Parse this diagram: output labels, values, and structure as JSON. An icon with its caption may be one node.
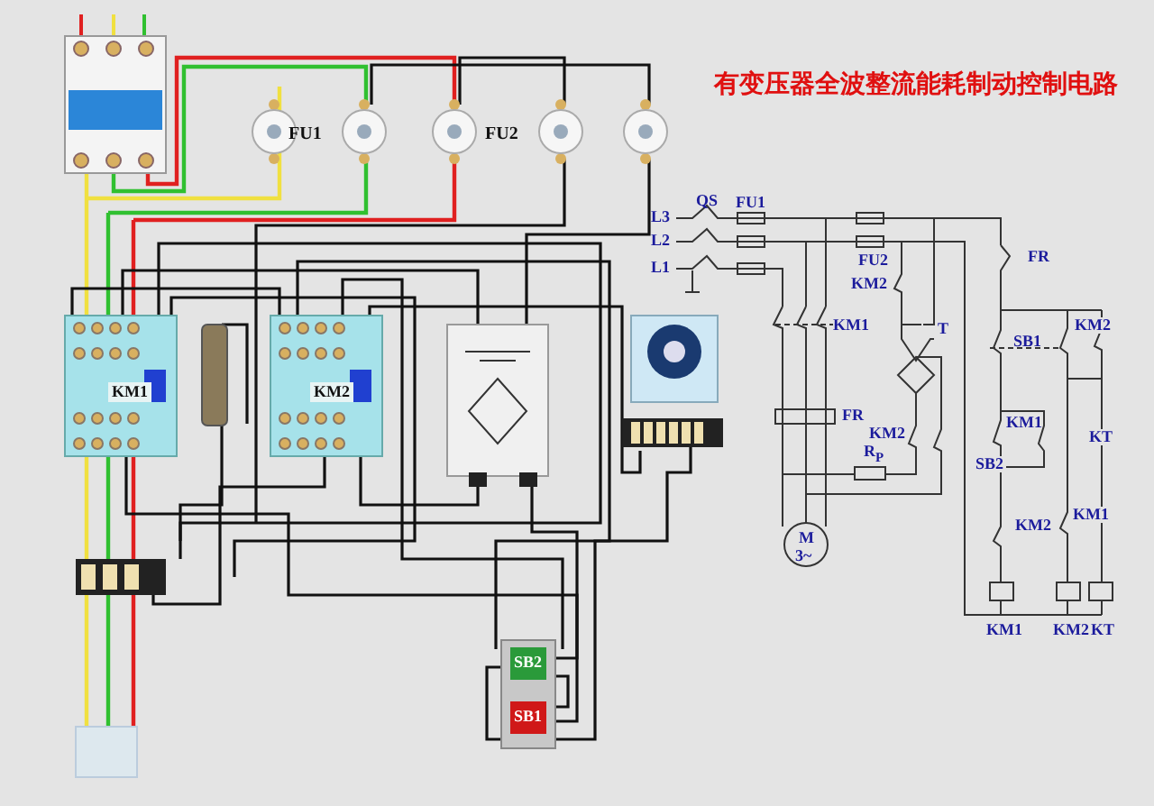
{
  "diagram": {
    "title": "有变压器全波整流能耗制动控制电路",
    "labels": [
      "FU1",
      "FU2",
      "KM1",
      "KM2",
      "SB2",
      "SB1",
      "L3",
      "QS",
      "FU1",
      "L2",
      "L1",
      "FU2",
      "KM2",
      "FR",
      "KM1",
      "T",
      "SB1",
      "KM2",
      "FR",
      "KM2",
      "KM1",
      "KT",
      "SB2",
      "R$_{P}$",
      "KM2",
      "KM1",
      "M",
      "3~",
      "KM1",
      "KM2",
      "KT"
    ]
  }
}
